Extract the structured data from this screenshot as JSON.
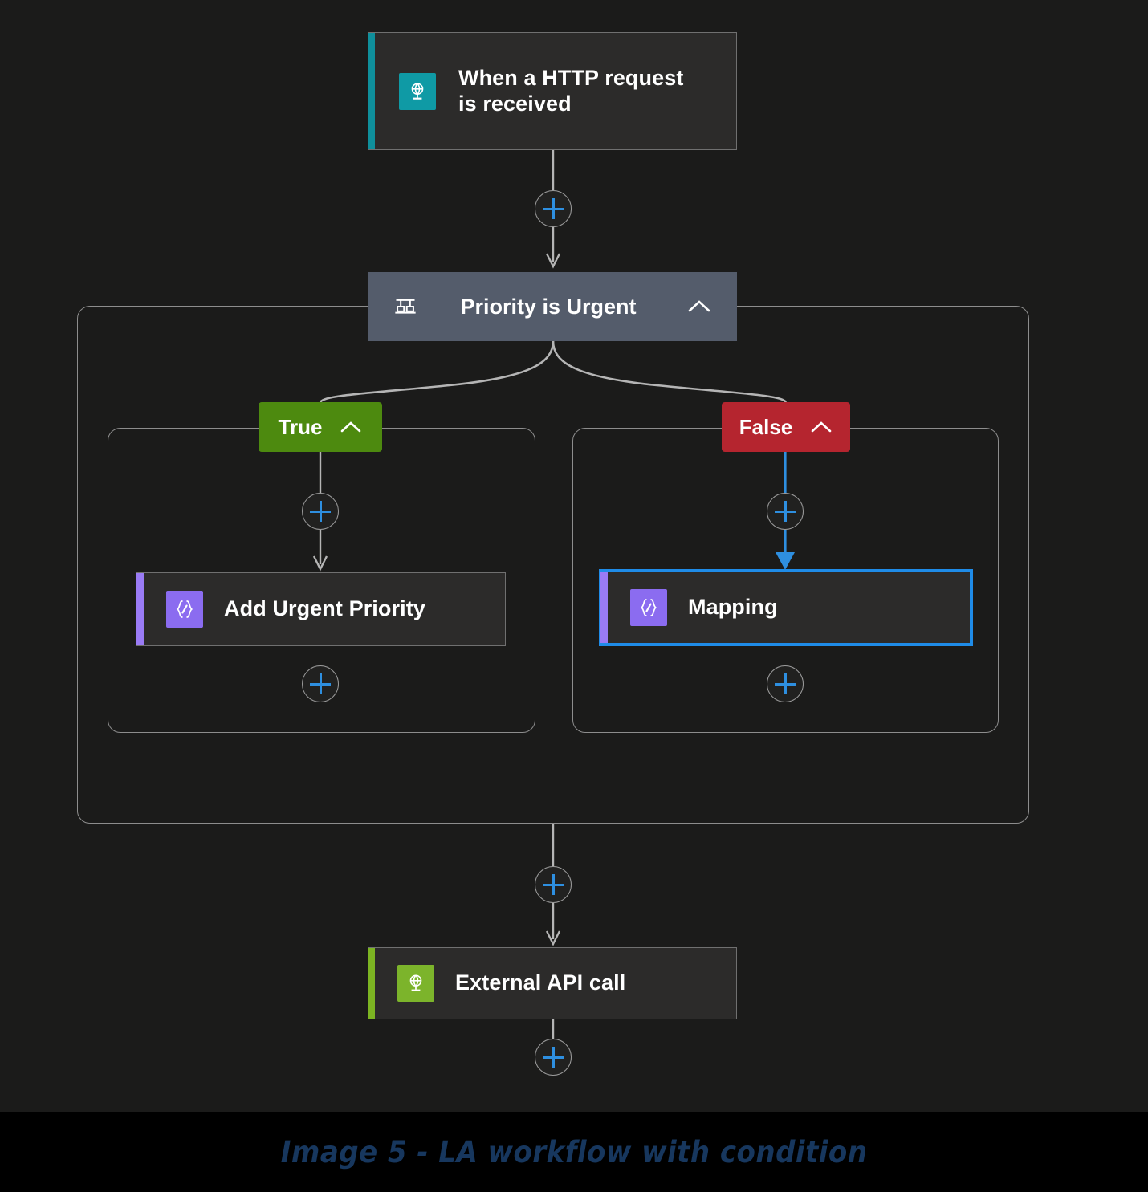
{
  "canvas": {
    "background_color": "#1b1b1a"
  },
  "colors": {
    "trigger_accent": "#0f8f9b",
    "compose_accent": "#9a7bf5",
    "api_accent": "#7cb422",
    "condition_background": "#545c6b",
    "true_badge": "#4d8a0f",
    "false_badge": "#b5252f",
    "selection_border": "#1f8ce8",
    "plus_glyph": "#2e8fe0",
    "wire": "#b5b5b5",
    "wire_selected": "#2e8fe0",
    "container_border": "#8d8d8d",
    "caption_text": "#17375e"
  },
  "trigger": {
    "title": "When a HTTP request\nis received",
    "icon": "http-request-icon"
  },
  "condition": {
    "title": "Priority is Urgent",
    "icon": "condition-branch-icon",
    "collapse_icon": "chevron-up-icon"
  },
  "branches": {
    "true": {
      "label": "True",
      "collapse_icon": "chevron-up-icon",
      "action": {
        "title": "Add Urgent Priority",
        "icon": "compose-braces-icon",
        "selected": false
      }
    },
    "false": {
      "label": "False",
      "collapse_icon": "chevron-up-icon",
      "action": {
        "title": "Mapping",
        "icon": "compose-braces-icon",
        "selected": true
      }
    }
  },
  "final_action": {
    "title": "External API call",
    "icon": "globe-api-icon"
  },
  "add_buttons": {
    "label": "+",
    "after_trigger": "+",
    "true_top": "+",
    "true_bottom": "+",
    "false_top": "+",
    "false_bottom": "+",
    "after_condition": "+",
    "end": "+"
  },
  "caption": {
    "text": "Image  5 - LA workflow with condition"
  }
}
